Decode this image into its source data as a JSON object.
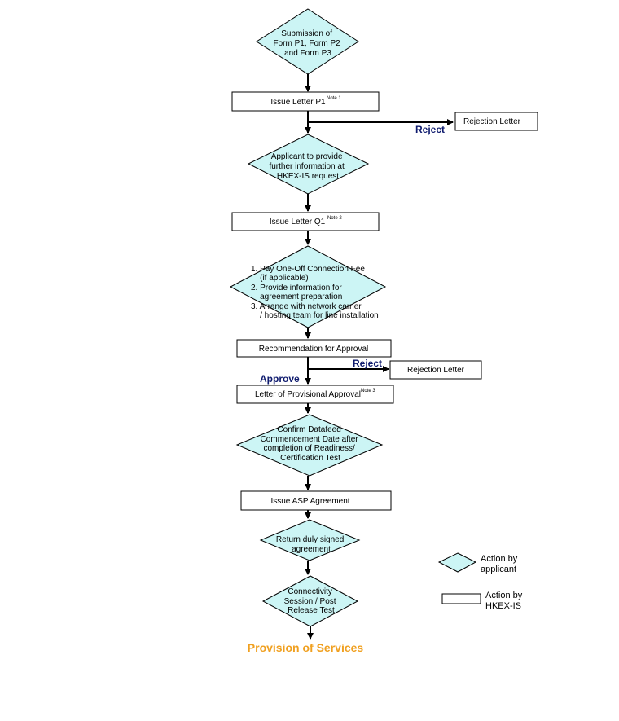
{
  "flowchart": {
    "diamond_fill": "#ccf5f5",
    "arrow_color": "#000000",
    "reject_label_color": "#0f1b6e",
    "final_color": "#f0a020",
    "steps": {
      "submission": [
        "Submission of",
        "Form P1, Form P2",
        "and Form P3"
      ],
      "issue_p1": "Issue Letter P1",
      "issue_p1_note": "Note 1",
      "rejection_1": "Rejection Letter",
      "reject_1": "Reject",
      "further_info": [
        "Applicant to provide",
        "further information at",
        "HKEX-IS request"
      ],
      "issue_q1": "Issue Letter Q1",
      "issue_q1_note": "Note 2",
      "pay_fee": [
        "1. Pay One-Off Connection Fee",
        "    (if applicable)",
        "2. Provide information for",
        "    agreement preparation",
        "3. Arrange with network carrier",
        "    / hosting team for line installation"
      ],
      "recommendation": "Recommendation for Approval",
      "reject_2": "Reject",
      "rejection_2": "Rejection Letter",
      "approve": "Approve",
      "provisional": "Letter of Provisional Approval",
      "provisional_note": "Note 3",
      "confirm": [
        "Confirm Datafeed",
        "Commencement Date after",
        "completion of Readiness/",
        "Certification Test"
      ],
      "issue_asp": "Issue ASP Agreement",
      "return_signed": [
        "Return duly signed",
        "agreement"
      ],
      "connectivity": [
        "Connectivity",
        "Session / Post",
        "Release Test"
      ],
      "provision": "Provision of Services"
    },
    "legend": {
      "applicant": [
        "Action by",
        "applicant"
      ],
      "hkex": [
        "Action by",
        "HKEX-IS"
      ]
    }
  }
}
